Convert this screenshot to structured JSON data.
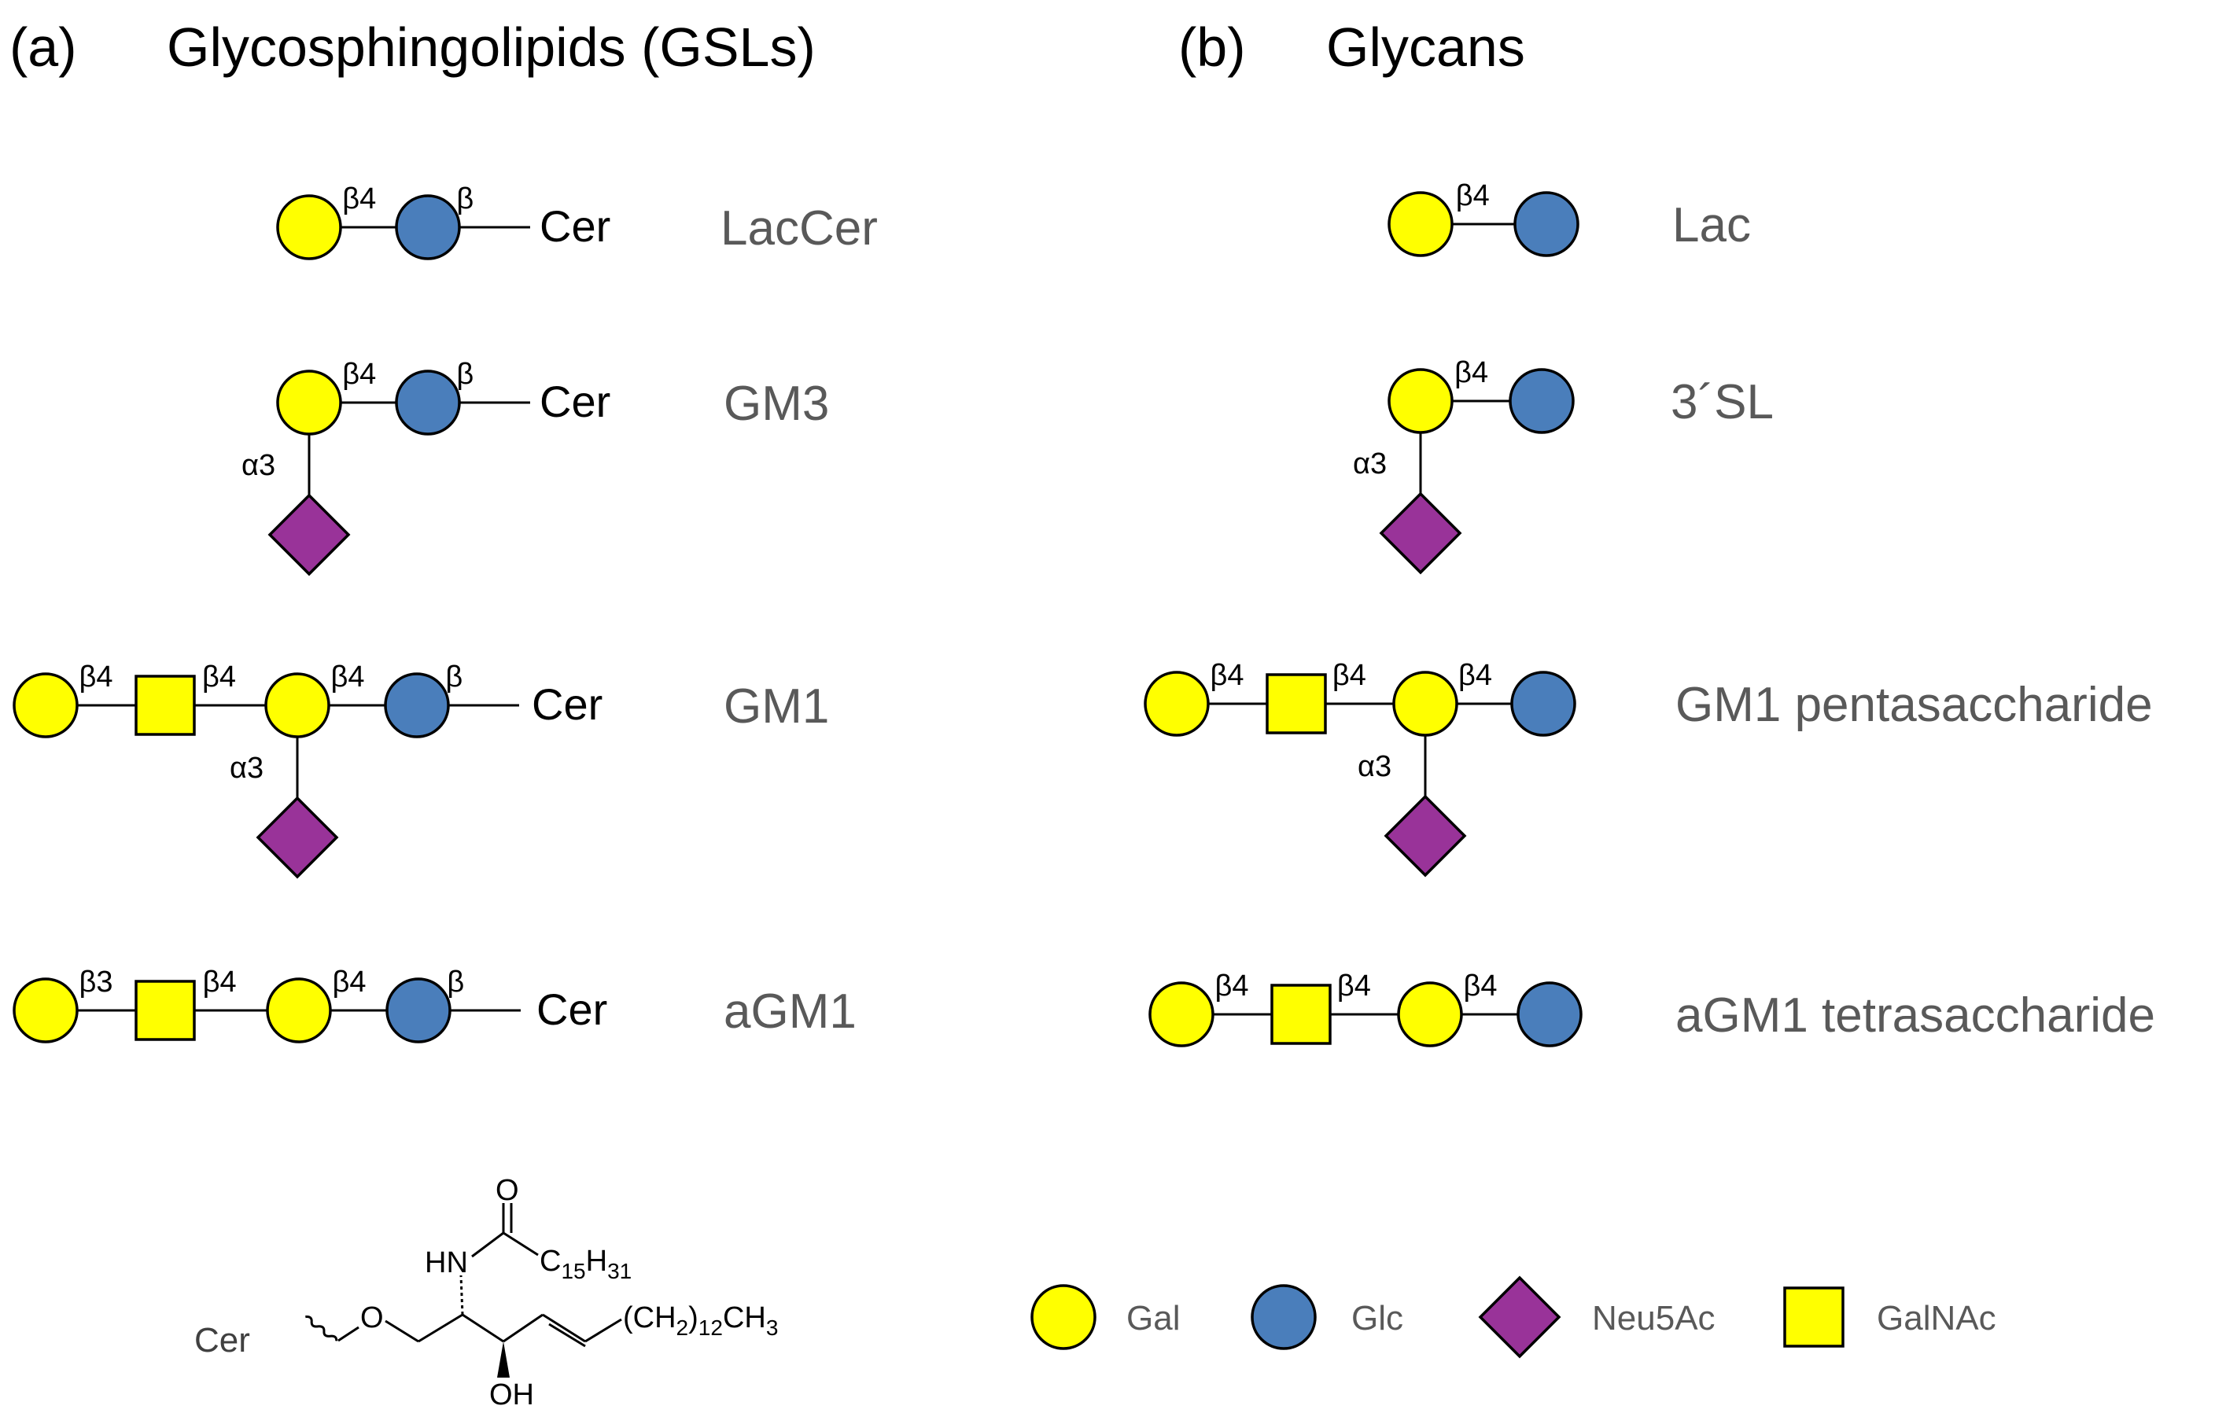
{
  "colors": {
    "gal": "#ffff00",
    "glc": "#4a7ebb",
    "neu5ac": "#993399",
    "galnac": "#ffff00",
    "text_gray": "#595959"
  },
  "panels": {
    "a": {
      "letter": "(a)",
      "title": "Glycosphingolipids (GSLs)"
    },
    "b": {
      "letter": "(b)",
      "title": "Glycans"
    }
  },
  "structures": [
    {
      "id": "laccer",
      "name": "LacCer",
      "aglycone": "Cer",
      "residues": [
        {
          "type": "gal",
          "link": "β4"
        },
        {
          "type": "glc",
          "link": "β"
        }
      ],
      "branch": null
    },
    {
      "id": "gm3",
      "name": "GM3",
      "aglycone": "Cer",
      "residues": [
        {
          "type": "gal",
          "link": "β4"
        },
        {
          "type": "glc",
          "link": "β"
        }
      ],
      "branch": {
        "parent": 0,
        "type": "neu5ac",
        "link": "α3"
      }
    },
    {
      "id": "gm1",
      "name": "GM1",
      "aglycone": "Cer",
      "residues": [
        {
          "type": "gal",
          "link": "β4"
        },
        {
          "type": "galnac",
          "link": "β4"
        },
        {
          "type": "gal",
          "link": "β4"
        },
        {
          "type": "glc",
          "link": "β"
        }
      ],
      "branch": {
        "parent": 2,
        "type": "neu5ac",
        "link": "α3"
      }
    },
    {
      "id": "agm1",
      "name": "aGM1",
      "aglycone": "Cer",
      "residues": [
        {
          "type": "gal",
          "link": "β3"
        },
        {
          "type": "galnac",
          "link": "β4"
        },
        {
          "type": "gal",
          "link": "β4"
        },
        {
          "type": "glc",
          "link": "β"
        }
      ],
      "branch": null
    },
    {
      "id": "lac",
      "name": "Lac",
      "aglycone": "",
      "residues": [
        {
          "type": "gal",
          "link": "β4"
        },
        {
          "type": "glc",
          "link": ""
        }
      ],
      "branch": null
    },
    {
      "id": "sl3",
      "name": "3´SL",
      "aglycone": "",
      "residues": [
        {
          "type": "gal",
          "link": "β4"
        },
        {
          "type": "glc",
          "link": ""
        }
      ],
      "branch": {
        "parent": 0,
        "type": "neu5ac",
        "link": "α3"
      }
    },
    {
      "id": "gm1penta",
      "name": "GM1 pentasaccharide",
      "aglycone": "",
      "residues": [
        {
          "type": "gal",
          "link": "β4"
        },
        {
          "type": "galnac",
          "link": "β4"
        },
        {
          "type": "gal",
          "link": "β4"
        },
        {
          "type": "glc",
          "link": ""
        }
      ],
      "branch": {
        "parent": 2,
        "type": "neu5ac",
        "link": "α3"
      }
    },
    {
      "id": "agm1tetra",
      "name": "aGM1 tetrasaccharide",
      "aglycone": "",
      "residues": [
        {
          "type": "gal",
          "link": "β4"
        },
        {
          "type": "galnac",
          "link": "β4"
        },
        {
          "type": "gal",
          "link": "β4"
        },
        {
          "type": "glc",
          "link": ""
        }
      ],
      "branch": null
    }
  ],
  "legend": [
    {
      "type": "gal",
      "label": "Gal"
    },
    {
      "type": "glc",
      "label": "Glc"
    },
    {
      "type": "neu5ac",
      "label": "Neu5Ac"
    },
    {
      "type": "galnac",
      "label": "GalNAc"
    }
  ],
  "ceramide": {
    "label": "Cer",
    "o": "O",
    "o_carbonyl": "O",
    "hn": "HN",
    "oh": "OH",
    "acyl": {
      "c": "C",
      "c_sub": "15",
      "h": "H",
      "h_sub": "31"
    },
    "chain": {
      "open": "(CH",
      "sub2": "2",
      "mid": ")",
      "sub12": "12",
      "end": "CH",
      "sub3": "3"
    }
  }
}
